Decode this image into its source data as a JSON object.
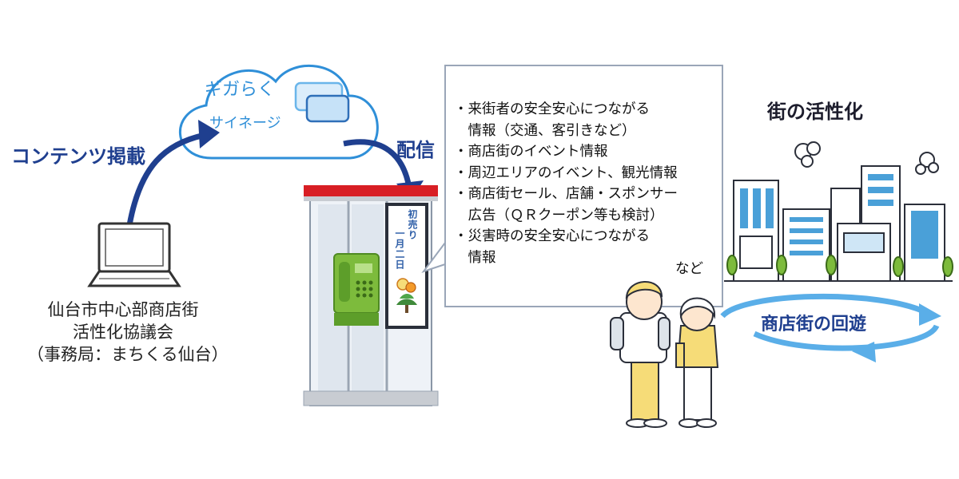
{
  "arrows": {
    "post_label": "コンテンツ掲載",
    "deliver_label": "配信"
  },
  "cloud": {
    "line1": "ギガらく",
    "line2": "サイネージ"
  },
  "organization": {
    "line1": "仙台市中心部商店街",
    "line2": "活性化協議会",
    "line3": "（事務局：まちくる仙台）"
  },
  "content_box": {
    "items": [
      "・来街者の安全安心につながる",
      "　情報（交通、客引きなど）",
      "・商店街のイベント情報",
      "・周辺エリアのイベント、観光情報",
      "・商店街セール、店舗・スポンサー",
      "　広告（ＱＲクーポン等も検討）",
      "・災害時の安全安心につながる",
      "　情報"
    ],
    "suffix": "など"
  },
  "city": {
    "title": "街の活性化"
  },
  "loop": {
    "label": "商店街の回遊"
  },
  "signage": {
    "col1": "初売り",
    "col2": "一月二日"
  },
  "colors": {
    "navy": "#1f3f8f",
    "cloud_blue": "#2f8fd8",
    "booth_red": "#d81e24",
    "phone_green": "#7dbb3c"
  }
}
